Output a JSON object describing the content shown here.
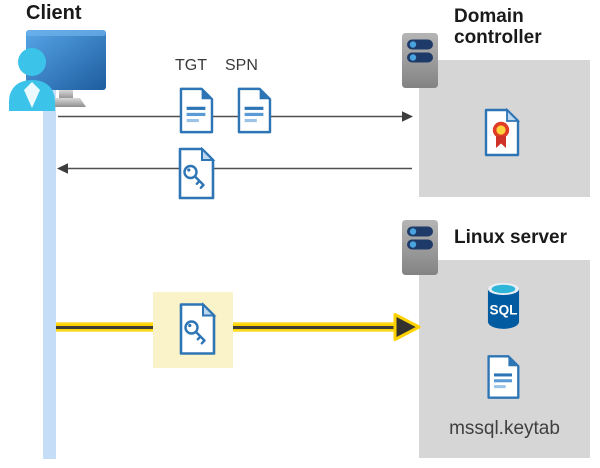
{
  "client": {
    "label": "Client"
  },
  "request_flow": {
    "tgt_label": "TGT",
    "spn_label": "SPN"
  },
  "domain_controller": {
    "label": "Domain controller"
  },
  "linux_server": {
    "label": "Linux server",
    "sql_text": "SQL",
    "keytab_label": "mssql.keytab"
  },
  "icons": {
    "client": "client-workstation-icon",
    "server": "server-icon",
    "ticket_document": "document-icon",
    "key_document": "key-document-icon",
    "certificate": "certificate-icon",
    "sql_database": "sql-database-icon",
    "arrow_right": "arrow-right-icon",
    "arrow_left": "arrow-left-icon",
    "arrow_highlight": "yellow-arrow-icon"
  },
  "colors": {
    "accent_blue": "#2e75b6",
    "light_blue_fill": "#bdd7ee",
    "client_bar_blue": "#c6ddf8",
    "container_gray": "#d6d6d6",
    "highlight_box_yellow": "#faf2c8",
    "arrow_yellow": "#fdd200",
    "arrow_gray": "#4f4f4f",
    "server_navy": "#1e3a69",
    "sql_body_blue": "#005ba1",
    "sql_top_cyan": "#2eb5d8",
    "cert_red": "#e03b24",
    "cert_gold": "#ffd23e",
    "person_cyan": "#3cc3ea"
  }
}
